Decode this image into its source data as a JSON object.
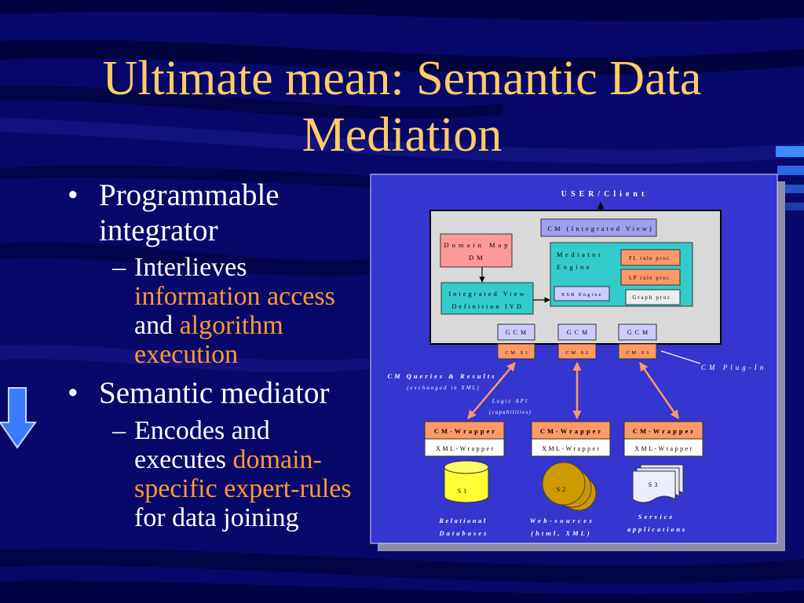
{
  "slide": {
    "title": "Ultimate mean: Semantic Data Mediation",
    "bullet_glyph": "•",
    "sub_bullet_glyph": "–",
    "bullets": [
      {
        "text": "Programmable integrator",
        "sub": [
          {
            "parts": [
              {
                "text": "Interlieves",
                "highlight": false
              },
              {
                "text": "information access",
                "highlight": true
              },
              {
                "text": "and",
                "highlight": false
              },
              {
                "text": "algorithm execution",
                "highlight": true
              }
            ]
          }
        ]
      },
      {
        "text": "Semantic mediator",
        "sub": [
          {
            "parts": [
              {
                "text": "Encodes and executes",
                "highlight": false
              },
              {
                "text": "domain-specific expert-rules",
                "highlight": true
              },
              {
                "text": "for data joining",
                "highlight": false
              }
            ]
          }
        ]
      }
    ],
    "decor_icon": "down-arrow-icon"
  },
  "diagram": {
    "user_client": "USER/Client",
    "integrated_view": "CM (Integrated View)",
    "domain_map": [
      "Domain Map",
      "DM"
    ],
    "mediator_engine": [
      "Mediator",
      "Engine"
    ],
    "fl_rule": "FL rule proc.",
    "lp_rule": "LP rule proc.",
    "xsb_engine": "XSB Engine",
    "graph_proc": "Graph proc.",
    "ivd": [
      "Integrated View",
      "Definition IVD"
    ],
    "gcm": [
      "GCM",
      "GCM",
      "GCM"
    ],
    "cm_sources": [
      "CM S1",
      "CM S2",
      "CM S3"
    ],
    "plug_in": "CM Plug-In",
    "queries": [
      "CM Queries & Results",
      "(exchanged in XML)"
    ],
    "logic_api": [
      "Logic API",
      "(capabilities)"
    ],
    "wrappers": [
      {
        "cm": "CM-Wrapper",
        "xml": "XML-Wrapper"
      },
      {
        "cm": "CM-Wrapper",
        "xml": "XML-Wrapper"
      },
      {
        "cm": "CM-Wrapper",
        "xml": "XML-Wrapper"
      }
    ],
    "sources": [
      {
        "id": "S1",
        "label": [
          "Relational",
          "Databases"
        ],
        "icon": "database-cylinder-icon"
      },
      {
        "id": "S2",
        "label": [
          "Web-sources",
          "(html, XML)"
        ],
        "icon": "disk-stack-icon"
      },
      {
        "id": "S3",
        "label": [
          "Service",
          "applications"
        ],
        "icon": "document-stack-icon"
      }
    ]
  },
  "colors": {
    "title": "#ffcc66",
    "body_text": "#ffffff",
    "highlight": "#ff9933",
    "background": "#08086a",
    "diagram_background": "#3535cf",
    "orange_box": "#ff9966",
    "teal_box": "#33cccc",
    "salmon_box": "#ff9999",
    "lavender_box": "#ccccff"
  }
}
